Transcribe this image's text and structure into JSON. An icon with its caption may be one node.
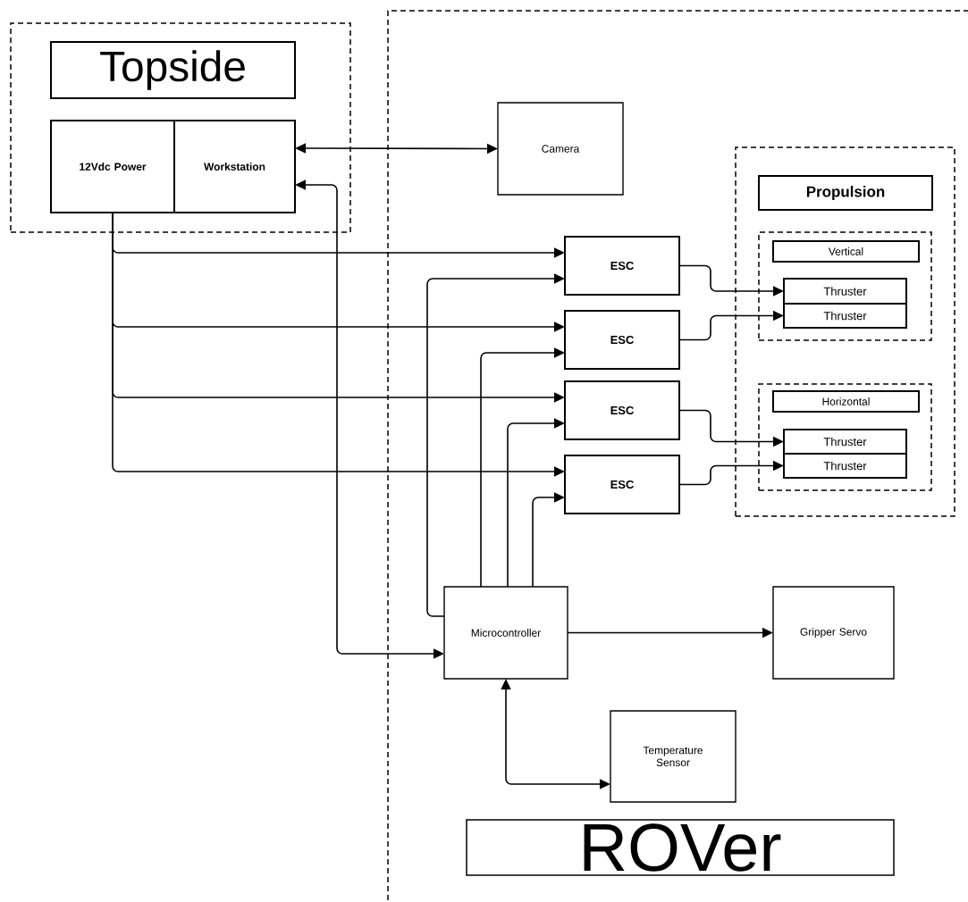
{
  "diagram": {
    "nodes": [
      {
        "text": [],
        "shape": "box"
      },
      {
        "text": [
          "Topside"
        ],
        "in": 0
      },
      {
        "text": [
          "12Vdc Power"
        ],
        "in": 0
      },
      {
        "text": [
          "Workstation"
        ],
        "in": 0
      },
      {
        "text": [],
        "shape": "box"
      },
      {
        "text": [
          "Camera"
        ],
        "in": 4
      },
      {
        "text": [],
        "shape": "box",
        "in": 4
      },
      {
        "text": [
          "Propulsion"
        ],
        "in": 6
      },
      {
        "text": [],
        "shape": "box",
        "in": 6
      },
      {
        "text": [
          "Vertical"
        ],
        "in": 8
      },
      {
        "text": [
          "Thruster"
        ],
        "in": 8
      },
      {
        "text": [
          "Thruster"
        ],
        "in": 8
      },
      {
        "text": [],
        "shape": "box",
        "in": 6
      },
      {
        "text": [
          "Horizontal"
        ],
        "in": 12
      },
      {
        "text": [
          "Thruster"
        ],
        "in": 12
      },
      {
        "text": [
          "Thruster"
        ],
        "in": 12
      },
      {
        "text": [
          "ESC"
        ],
        "in": 4
      },
      {
        "text": [
          "ESC"
        ],
        "in": 4
      },
      {
        "text": [
          "ESC"
        ],
        "in": 4
      },
      {
        "text": [
          "ESC"
        ],
        "in": 4
      },
      {
        "text": [
          "Microcontroller"
        ],
        "in": 4
      },
      {
        "text": [
          "Gripper Servo"
        ],
        "in": 4
      },
      {
        "text": [
          "Temperature Sensor"
        ],
        "in": 4
      },
      {
        "text": [
          "ROVer"
        ],
        "in": 4
      }
    ],
    "edges": [
      {
        "from": 3,
        "to": 5,
        "arrow": "both"
      },
      {
        "from": 2,
        "to": 16,
        "arrow": "to"
      },
      {
        "from": 2,
        "to": 17,
        "arrow": "to"
      },
      {
        "from": 2,
        "to": 18,
        "arrow": "to"
      },
      {
        "from": 2,
        "to": 19,
        "arrow": "to"
      },
      {
        "from": 20,
        "to": 16,
        "arrow": "to"
      },
      {
        "from": 20,
        "to": 17,
        "arrow": "to"
      },
      {
        "from": 20,
        "to": 18,
        "arrow": "to"
      },
      {
        "from": 20,
        "to": 19,
        "arrow": "to"
      },
      {
        "from": 3,
        "to": 20,
        "arrow": "both"
      },
      {
        "from": 16,
        "to": 10,
        "arrow": "to"
      },
      {
        "from": 17,
        "to": 11,
        "arrow": "to"
      },
      {
        "from": 18,
        "to": 14,
        "arrow": "to"
      },
      {
        "from": 19,
        "to": 15,
        "arrow": "to"
      },
      {
        "from": 20,
        "to": 21,
        "arrow": "to"
      },
      {
        "from": 20,
        "to": 22,
        "arrow": "both"
      }
    ]
  }
}
